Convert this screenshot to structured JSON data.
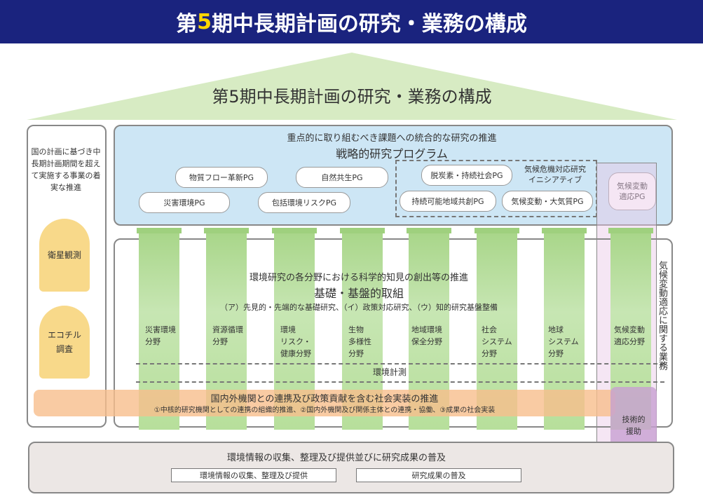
{
  "banner": {
    "prefix": "第",
    "number": "5",
    "suffix": "期中長期計画の研究・業務の構成"
  },
  "roof_title": "第5期中長期計画の研究・業務の構成",
  "left": {
    "text": "国の計画に基づき中長期計画期間を超えて実施する事業の着実な推進",
    "arch1": "衛星観測",
    "arch2": "エコチル\n調査"
  },
  "strategic": {
    "line1": "重点的に取り組むべき課題への統合的な研究の推進",
    "line2": "戦略的研究プログラム",
    "pg": [
      "物質フロー革新PG",
      "自然共生PG",
      "災害環境PG",
      "包括環境リスクPG"
    ],
    "climate_initiative": "気候危機対応研究\nイニシアティブ",
    "climate_pg": [
      "脱炭素・持続社会PG",
      "持続可能地域共創PG",
      "気候変動・大気質PG"
    ],
    "adapt_pg": "気候変動\n適応PG"
  },
  "fundamental": {
    "line1": "環境研究の各分野における科学的知見の創出等の推進",
    "line2": "基礎・基盤的取組",
    "line3": "（ア）先見的・先端的な基礎研究、（イ）政策対応研究、（ウ）知的研究基盤整備",
    "fields": [
      "災害環境\n分野",
      "資源循環\n分野",
      "環境\nリスク・\n健康分野",
      "生物\n多様性\n分野",
      "地域環境\n保全分野",
      "社会\nシステム\n分野",
      "地球\nシステム\n分野",
      "気候変動\n適応分野"
    ],
    "monitoring": "環境計測"
  },
  "adaptation_vertical": "気候変動適応に関する業務",
  "partnership": {
    "line1": "国内外機関との連携及び政策貢献を含む社会実装の推進",
    "line2": "①中核的研究機関としての連携の組織的推進、②国内外機関及び関係主体との連携・協働、③成果の社会実装"
  },
  "tech_support": "技術的\n援助",
  "bottom": {
    "title": "環境情報の収集、整理及び提供並びに研究成果の普及",
    "sub1": "環境情報の収集、整理及び提供",
    "sub2": "研究成果の普及"
  },
  "colors": {
    "banner": "#1a237e",
    "banner_number": "#ffd600",
    "roof": "#d7ebc3",
    "program": "#cde6f5",
    "pillar": "#a9d68a",
    "orange": "#f7be8c",
    "pink": "#e9c8e6",
    "arch": "#f8d98a",
    "bottom": "#ece7e5"
  }
}
